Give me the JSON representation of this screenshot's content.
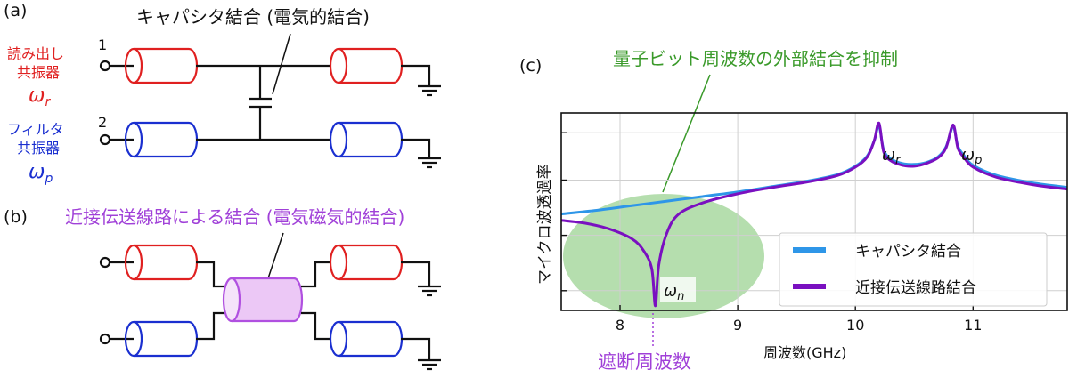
{
  "panel_a": {
    "label": "(a)",
    "coupling_label": "キャパシタ結合 (電気的結合)",
    "port1": "1",
    "port2": "2",
    "readout_line1": "読み出し",
    "readout_line2": "共振器",
    "readout_symbol": "ω",
    "readout_sub": "r",
    "filter_line1": "フィルタ",
    "filter_line2": "共振器",
    "filter_symbol": "ω",
    "filter_sub": "p"
  },
  "panel_b": {
    "label": "(b)",
    "coupling_label": "近接伝送線路による結合 (電気磁気的結合)"
  },
  "panel_c": {
    "label": "(c)",
    "annotation_top": "量子ビット周波数の外部結合を抑制",
    "annotation_bottom": "遮断周波数",
    "peak_r_symbol": "ω",
    "peak_r_sub": "r",
    "peak_p_symbol": "ω",
    "peak_p_sub": "p",
    "notch_symbol": "ω",
    "notch_sub": "n"
  },
  "colors": {
    "readout": "#e02020",
    "filter": "#1a2fd0",
    "coupled_line": "#b050e0",
    "coupled_fill": "#ecc8f6",
    "capacitive_series": "#2e96e8",
    "proximity_series": "#7a10c0",
    "highlight": "#3a9a2a",
    "highlight_fill": "#a8d8a0"
  },
  "chart_data": {
    "type": "line",
    "xlabel": "周波数(GHz)",
    "ylabel": "マイクロ波透過率",
    "xlim": [
      7.5,
      11.8
    ],
    "x_ticks": [
      8,
      9,
      10,
      11
    ],
    "grid": true,
    "legend_position": "bottom-right",
    "series": [
      {
        "name": "キャパシタ結合",
        "x": [
          7.5,
          7.8,
          8.1,
          8.4,
          8.7,
          9.0,
          9.3,
          9.6,
          9.85,
          10.0,
          10.1,
          10.16,
          10.2,
          10.24,
          10.3,
          10.4,
          10.5,
          10.6,
          10.7,
          10.77,
          10.83,
          10.87,
          10.92,
          11.0,
          11.2,
          11.5,
          11.8
        ],
        "y": [
          0.0,
          0.04,
          0.09,
          0.14,
          0.19,
          0.24,
          0.3,
          0.36,
          0.43,
          0.52,
          0.63,
          0.8,
          0.96,
          0.7,
          0.6,
          0.55,
          0.54,
          0.56,
          0.62,
          0.73,
          0.95,
          0.74,
          0.64,
          0.53,
          0.42,
          0.34,
          0.29
        ]
      },
      {
        "name": "近接伝送線路結合",
        "x": [
          7.5,
          7.7,
          7.9,
          8.1,
          8.2,
          8.27,
          8.3,
          8.33,
          8.4,
          8.5,
          8.7,
          9.0,
          9.3,
          9.6,
          9.85,
          10.0,
          10.1,
          10.16,
          10.2,
          10.24,
          10.3,
          10.4,
          10.5,
          10.6,
          10.7,
          10.77,
          10.83,
          10.87,
          10.92,
          11.0,
          11.2,
          11.5,
          11.8
        ],
        "y": [
          -0.07,
          -0.1,
          -0.16,
          -0.27,
          -0.4,
          -0.6,
          -1.0,
          -0.55,
          -0.2,
          0.0,
          0.12,
          0.22,
          0.29,
          0.35,
          0.42,
          0.51,
          0.62,
          0.8,
          0.99,
          0.68,
          0.58,
          0.53,
          0.52,
          0.55,
          0.61,
          0.72,
          0.97,
          0.72,
          0.62,
          0.51,
          0.4,
          0.32,
          0.27
        ]
      }
    ]
  }
}
